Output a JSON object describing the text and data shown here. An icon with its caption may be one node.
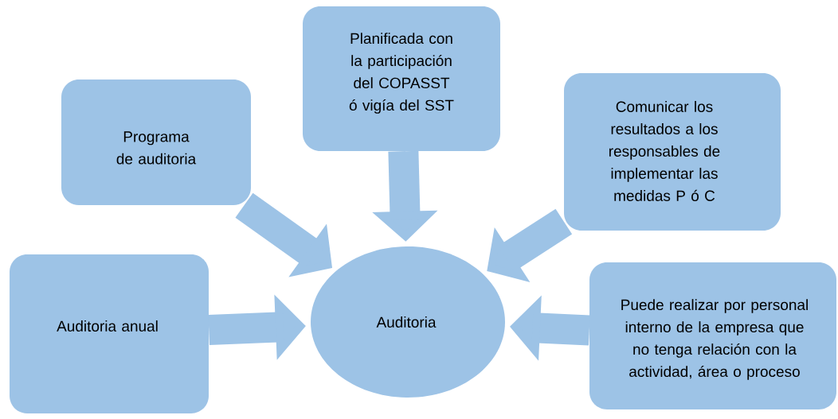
{
  "diagram": {
    "nodes": [
      {
        "text": [
          "Planificada con la participación del COPASST ó vigía del SST"
        ]
      },
      {
        "text": [
          "Programa de auditoria"
        ]
      },
      {
        "text": [
          "Comunicar los resultados a los responsables de implementar las medidas P ó C"
        ]
      },
      {
        "text": [
          "Auditoria anual"
        ]
      },
      {
        "text": [
          "Auditoria"
        ]
      },
      {
        "text": [
          "Puede realizar por personal interno de la empresa que no tenga relación con la actividad, área o proceso"
        ]
      }
    ],
    "edges": [
      {
        "from": 0,
        "to": 4,
        "arrow": "to"
      },
      {
        "from": 1,
        "to": 4,
        "arrow": "to"
      },
      {
        "from": 2,
        "to": 4,
        "arrow": "to"
      },
      {
        "from": 3,
        "to": 4,
        "arrow": "to"
      },
      {
        "from": 5,
        "to": 4,
        "arrow": "to"
      }
    ]
  }
}
